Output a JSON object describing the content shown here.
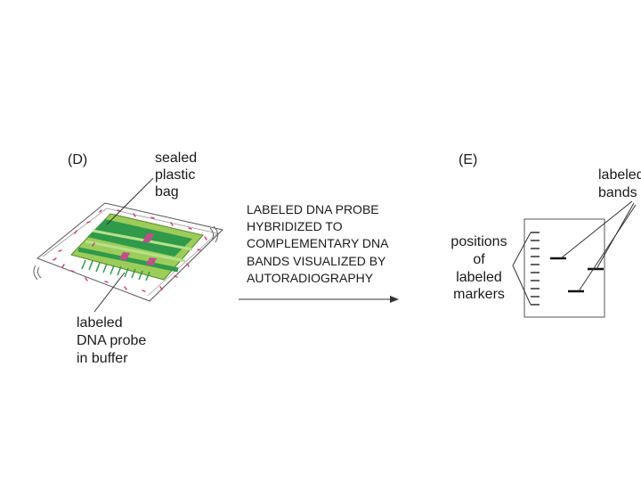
{
  "panel_d": {
    "letter": "(D)",
    "bag_label": [
      "sealed",
      "plastic",
      "bag"
    ],
    "probe_label": [
      "labeled",
      "DNA probe",
      "in buffer"
    ]
  },
  "middle": {
    "caption": [
      "LABELED DNA PROBE",
      "HYBRIDIZED TO",
      "COMPLEMENTARY DNA",
      "BANDS VISUALIZED BY",
      "AUTORADIOGRAPHY"
    ]
  },
  "panel_e": {
    "letter": "(E)",
    "bands_label": [
      "labeled",
      "bands"
    ],
    "markers_label": [
      "positions",
      "of",
      "labeled",
      "markers"
    ]
  },
  "colors": {
    "membrane": "#9ccc5a",
    "gel": "#2f9a4a",
    "band": "#c0508a",
    "dots": "#d0307a",
    "line": "#333333"
  }
}
